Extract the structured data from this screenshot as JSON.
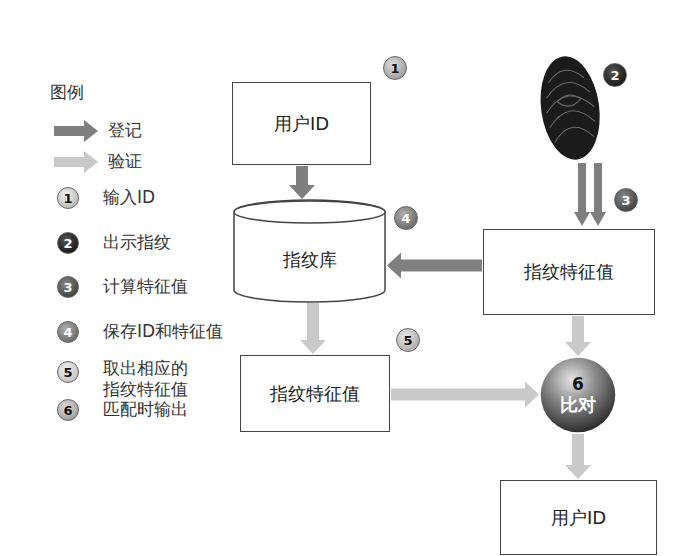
{
  "diagram": {
    "nodes": [
      {
        "text": [
          "用户ID"
        ]
      },
      {
        "text": [
          "指纹库"
        ]
      },
      {
        "text": [
          "指纹特征值"
        ]
      },
      {
        "text": [
          "指纹特征值"
        ]
      },
      {
        "text": [
          "6",
          "比对"
        ]
      },
      {
        "text": [
          "用户ID"
        ]
      }
    ],
    "edges": [
      {
        "from": 0,
        "to": 1,
        "arrow": "to"
      },
      {
        "from": 2,
        "to": 1,
        "arrow": "to"
      },
      {
        "from": 1,
        "to": 3,
        "arrow": "to"
      },
      {
        "from": 2,
        "to": 4,
        "arrow": "to"
      },
      {
        "from": 3,
        "to": 4,
        "arrow": "to"
      },
      {
        "from": 4,
        "to": 5,
        "arrow": "to"
      }
    ],
    "labels": [
      "图例",
      "1",
      "2",
      "3",
      "4",
      "5",
      "6",
      "1",
      "2",
      "3",
      "4",
      "5"
    ],
    "legend": [
      {
        "text": "登记",
        "color": "#7f7f7f"
      },
      {
        "text": "验证",
        "color": "#c9c9c9"
      },
      {
        "text": "输入ID"
      },
      {
        "text": "出示指纹"
      },
      {
        "text": "计算特征值"
      },
      {
        "text": "保存ID和特征值"
      },
      {
        "text": "取出相应的 指纹特征值"
      },
      {
        "text": "匹配时输出"
      }
    ]
  }
}
